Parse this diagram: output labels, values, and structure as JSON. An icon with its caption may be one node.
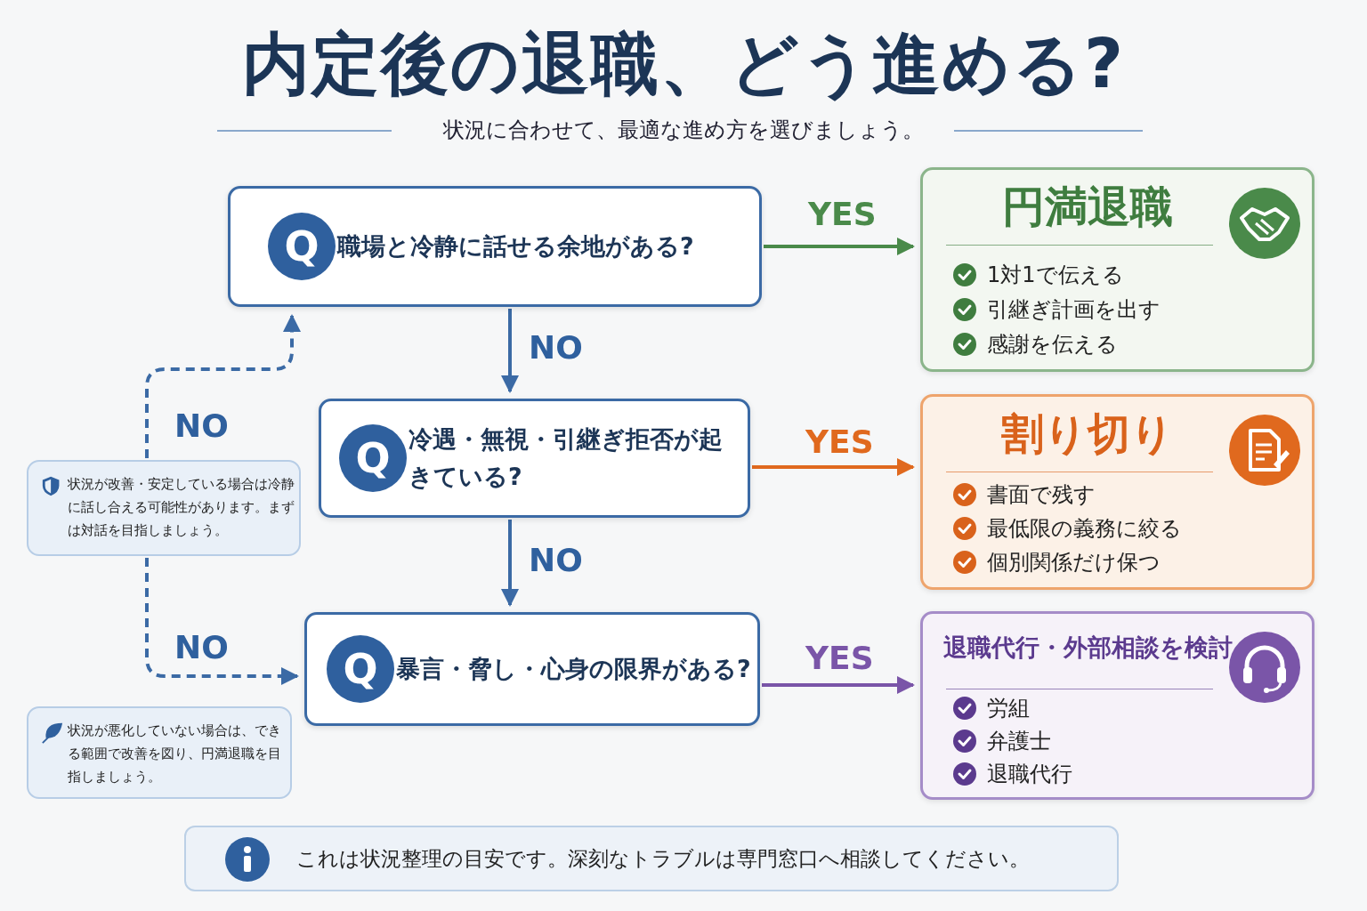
{
  "diagram": {
    "title": "内定後の退職、どう進める?",
    "nodes": [
      {
        "text": [
          "Q",
          "職場と冷静に話せる余地がある?"
        ]
      },
      {
        "text": [
          "Q",
          "冷遇・無視・引継ぎ拒否が起きている?"
        ]
      },
      {
        "text": [
          "Q",
          "暴言・脅し・心身の限界がある?"
        ]
      },
      {
        "text": [
          "円満退職",
          "1対1で伝える",
          "引継ぎ計画を出す",
          "感謝を伝える"
        ]
      },
      {
        "text": [
          "割り切り",
          "書面で残す",
          "最低限の義務に絞る",
          "個別関係だけ保つ"
        ]
      },
      {
        "text": [
          "退職代行・外部相談を検討",
          "労組",
          "弁護士",
          "退職代行"
        ]
      },
      {
        "text": [
          "状況が改善・安定している場合は冷静に話し合える可能性があります。まずは対話を目指しましょう。"
        ]
      },
      {
        "text": [
          "状況が悪化していない場合は、できる範囲で改善を図り、円満退職を目指しましょう。"
        ]
      },
      {
        "text": [
          "これは状況整理の目安です。深刻なトラブルは専門窓口へ相談してください。"
        ]
      }
    ],
    "edges": [
      {
        "from": 0,
        "to": 3,
        "arrow": "to",
        "label": "YES",
        "color": "#4a8a4a"
      },
      {
        "from": 0,
        "to": 1,
        "arrow": "to",
        "label": "NO"
      },
      {
        "from": 1,
        "to": 4,
        "arrow": "to",
        "label": "YES",
        "color": "#e0691e"
      },
      {
        "from": 1,
        "to": 2,
        "arrow": "to",
        "label": "NO"
      },
      {
        "from": 2,
        "to": 5,
        "arrow": "to",
        "label": "YES",
        "color": "#7a55a8"
      },
      {
        "from": 6,
        "to": 0,
        "arrow": "to",
        "label": "NO",
        "style": "dashed"
      },
      {
        "from": 6,
        "to": 2,
        "arrow": "to",
        "label": "NO",
        "style": "dashed"
      }
    ],
    "labels": [
      "状況に合わせて、最適な進め方を選びましょう。"
    ]
  }
}
